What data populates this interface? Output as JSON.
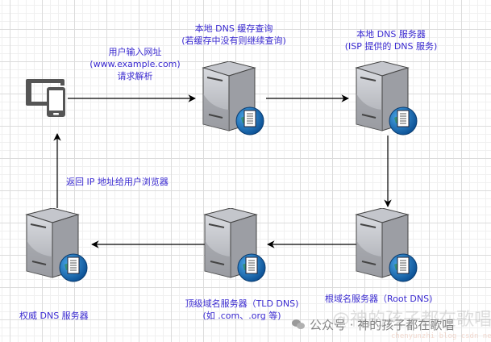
{
  "diagram": {
    "title": "DNS resolution flow",
    "colors": {
      "label_text": "#3a2ad0",
      "arrow": "#000000",
      "server_body": "#a9abb1",
      "globe": "#1a78c2"
    },
    "nodes": {
      "client": {
        "icon": "devices-icon",
        "label": ""
      },
      "local_cache": {
        "icon": "server-icon",
        "label_line1": "本地 DNS 缓存查询",
        "label_line2": "(若缓存中没有则继续查询)"
      },
      "local_dns": {
        "icon": "server-icon",
        "label_line1": "本地 DNS 服务器",
        "label_line2": "(ISP 提供的 DNS 服务)"
      },
      "root_dns": {
        "icon": "server-icon",
        "label_line1": "根域名服务器（Root DNS)"
      },
      "tld_dns": {
        "icon": "server-icon",
        "label_line1": "顶级域名服务器（TLD DNS)",
        "label_line2": "(如 .com、.org 等)"
      },
      "authoritative_dns": {
        "icon": "server-icon",
        "label_line1": "权威 DNS 服务器"
      }
    },
    "edges": [
      {
        "from": "client",
        "to": "local_cache",
        "label_line1": "用户输入网址",
        "label_line2": "(www.example.com)",
        "label_line3": "请求解析"
      },
      {
        "from": "local_cache",
        "to": "local_dns",
        "label": ""
      },
      {
        "from": "local_dns",
        "to": "root_dns",
        "label": ""
      },
      {
        "from": "root_dns",
        "to": "tld_dns",
        "label": ""
      },
      {
        "from": "tld_dns",
        "to": "authoritative_dns",
        "label": ""
      },
      {
        "from": "authoritative_dns",
        "to": "client",
        "label": "返回 IP 地址给用户浏览器"
      }
    ]
  },
  "watermark": {
    "line1": "@神的孩子都在歌唱",
    "line2": "公众号 · 神的孩子都在歌唱",
    "line3": "chenyunzhi blog csdn net"
  }
}
